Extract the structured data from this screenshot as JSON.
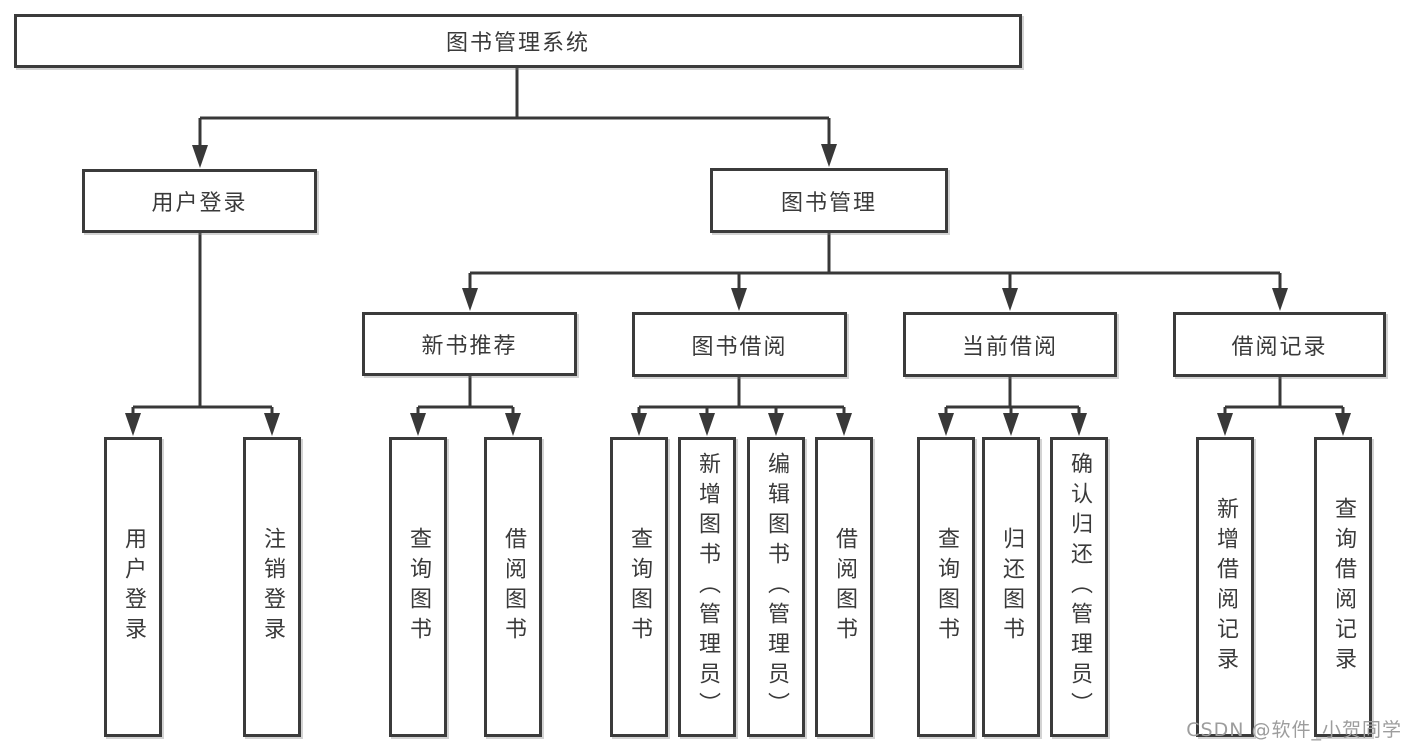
{
  "nodes": {
    "root": "图书管理系统",
    "user_login": "用户登录",
    "book_manage": "图书管理",
    "new_book_rec": "新书推荐",
    "book_borrow": "图书借阅",
    "current_borrow": "当前借阅",
    "borrow_record": "借阅记录",
    "login": "用户登录",
    "logout": "注销登录",
    "rec_query": "查询图书",
    "rec_borrow": "借阅图书",
    "bb_query": "查询图书",
    "bb_add": "新增图书（管理员）",
    "bb_edit": "编辑图书（管理员）",
    "bb_borrow": "借阅图书",
    "cb_query": "查询图书",
    "cb_return": "归还图书",
    "cb_confirm": "确认归还（管理员）",
    "br_add": "新增借阅记录",
    "br_query": "查询借阅记录"
  },
  "watermark": "CSDN @软件_小贺同学",
  "colors": {
    "line": "#383838",
    "text": "#3a3a3a",
    "watermark": "#9d9d9d",
    "background": "#ffffff"
  }
}
